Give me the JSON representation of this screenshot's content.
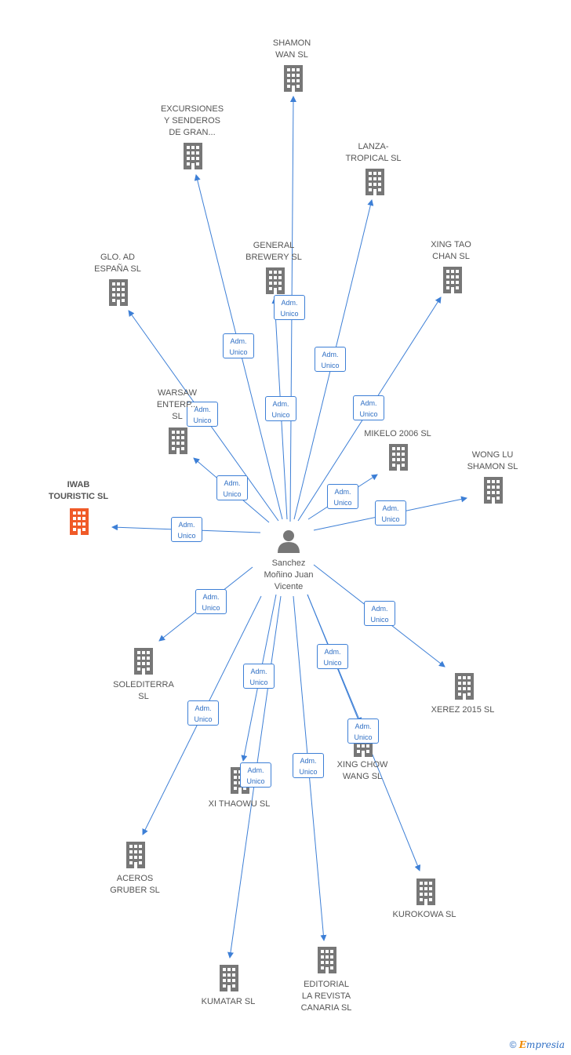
{
  "center": {
    "name": "Sanchez\nMoñino Juan\nVicente"
  },
  "edge_label": "Adm.\nUnico",
  "colors": {
    "edge": "#3d7fd6",
    "building": "#777777",
    "focus_building": "#f05a28",
    "person": "#777777"
  },
  "nodes": [
    {
      "id": "shamon",
      "label": "SHAMON\nWAN SL",
      "focus": false
    },
    {
      "id": "excursiones",
      "label": "EXCURSIONES\nY SENDEROS\nDE GRAN...",
      "focus": false
    },
    {
      "id": "lanza",
      "label": "LANZA-\nTROPICAL SL",
      "focus": false
    },
    {
      "id": "general",
      "label": "GENERAL\nBREWERY SL",
      "focus": false
    },
    {
      "id": "xingtao",
      "label": "XING TAO\nCHAN SL",
      "focus": false
    },
    {
      "id": "glo",
      "label": "GLO. AD\nESPAÑA SL",
      "focus": false
    },
    {
      "id": "warsaw",
      "label": "WARSAW\nENTERP...\nSL",
      "focus": false
    },
    {
      "id": "mikelo",
      "label": "MIKELO 2006 SL",
      "focus": false
    },
    {
      "id": "wonglu",
      "label": "WONG LU\nSHAMON SL",
      "focus": false
    },
    {
      "id": "iwab",
      "label": "IWAB\nTOURISTIC SL",
      "focus": true
    },
    {
      "id": "soled",
      "label": "SOLEDITERRA\nSL",
      "focus": false
    },
    {
      "id": "xerez",
      "label": "XEREZ 2015 SL",
      "focus": false
    },
    {
      "id": "xingchow",
      "label": "XING CHOW\nWANG SL",
      "focus": false
    },
    {
      "id": "xithaowu",
      "label": "XI THAOWU SL",
      "focus": false
    },
    {
      "id": "aceros",
      "label": "ACEROS\nGRUBER SL",
      "focus": false
    },
    {
      "id": "kurokowa",
      "label": "KUROKOWA SL",
      "focus": false
    },
    {
      "id": "editorial",
      "label": "EDITORIAL\nLA REVISTA\nCANARIA SL",
      "focus": false
    },
    {
      "id": "kumatar",
      "label": "KUMATAR SL",
      "focus": false
    }
  ],
  "footer": {
    "copyright": "©",
    "brand_first": "E",
    "brand_rest": "mpresia"
  }
}
